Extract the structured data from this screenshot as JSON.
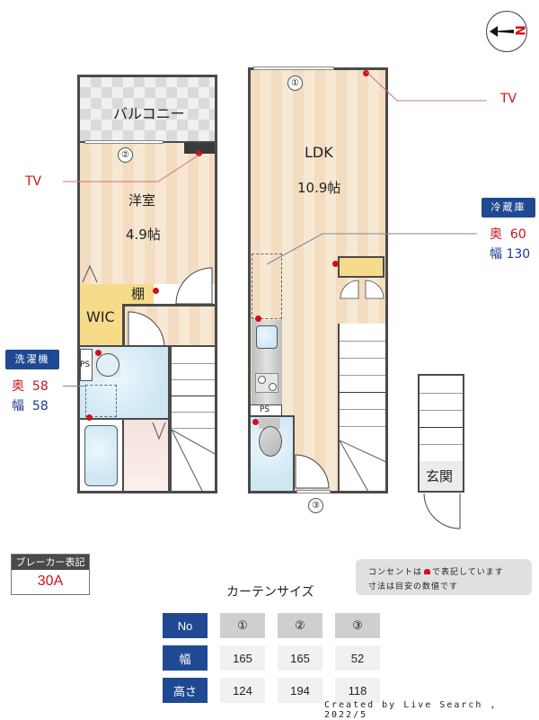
{
  "compass": {
    "label": "N"
  },
  "rooms": {
    "balcony": {
      "label": "バルコニー"
    },
    "western_room": {
      "label": "洋室",
      "size": "4.9帖"
    },
    "ldk": {
      "label": "LDK",
      "size": "10.9帖"
    },
    "wic": {
      "label": "WIC"
    },
    "shelf": {
      "label": "棚"
    },
    "entrance": {
      "label": "玄関"
    },
    "ps_left": {
      "label": "PS"
    },
    "ps_right": {
      "label": "PS"
    }
  },
  "annotations": {
    "tv_left": "TV",
    "tv_right": "TV",
    "window_markers": [
      "①",
      "②",
      "③"
    ]
  },
  "washer": {
    "title": "洗濯機",
    "depth_label": "奥",
    "depth_value": "58",
    "width_label": "幅",
    "width_value": "58"
  },
  "fridge": {
    "title": "冷蔵庫",
    "depth_label": "奥",
    "depth_value": "60",
    "width_label": "幅",
    "width_value": "130"
  },
  "breaker": {
    "title": "ブレーカー表記",
    "value": "30A"
  },
  "notes": {
    "line1_before": "コンセントは",
    "line1_after": "で表記しています",
    "line2": "寸法は目安の数値です"
  },
  "curtain": {
    "title": "カーテンサイズ",
    "headers": {
      "no": "No",
      "width": "幅",
      "height": "高さ"
    },
    "columns": [
      {
        "no": "①",
        "width": "165",
        "height": "124"
      },
      {
        "no": "②",
        "width": "165",
        "height": "194"
      },
      {
        "no": "③",
        "width": "52",
        "height": "118"
      }
    ]
  },
  "credit": "Created by Live Search , 2022/5",
  "colors": {
    "accent_navy": "#1f4a93",
    "outlet_red": "#d0101a",
    "wall": "#4a4a4a"
  }
}
